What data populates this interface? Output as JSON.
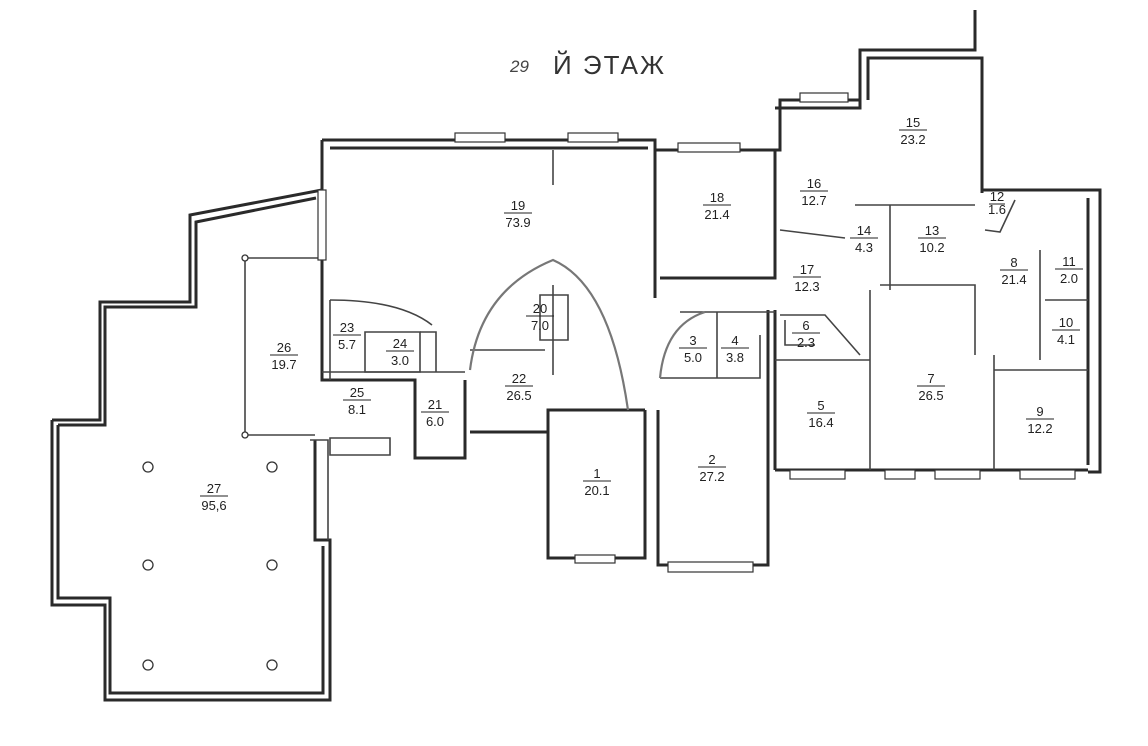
{
  "title": {
    "floor_number": "29",
    "text": "Й ЭТАЖ"
  },
  "rooms": [
    {
      "id": "1",
      "area": "20.1"
    },
    {
      "id": "2",
      "area": "27.2"
    },
    {
      "id": "3",
      "area": "5.0"
    },
    {
      "id": "4",
      "area": "3.8"
    },
    {
      "id": "5",
      "area": "16.4"
    },
    {
      "id": "6",
      "area": "2.3"
    },
    {
      "id": "7",
      "area": "26.5"
    },
    {
      "id": "8",
      "area": "21.4"
    },
    {
      "id": "9",
      "area": "12.2"
    },
    {
      "id": "10",
      "area": "4.1"
    },
    {
      "id": "11",
      "area": "2.0"
    },
    {
      "id": "12",
      "area": "1.6"
    },
    {
      "id": "13",
      "area": "10.2"
    },
    {
      "id": "14",
      "area": "4.3"
    },
    {
      "id": "15",
      "area": "23.2"
    },
    {
      "id": "16",
      "area": "12.7"
    },
    {
      "id": "17",
      "area": "12.3"
    },
    {
      "id": "18",
      "area": "21.4"
    },
    {
      "id": "19",
      "area": "73.9"
    },
    {
      "id": "20",
      "area": "7.0"
    },
    {
      "id": "21",
      "area": "6.0"
    },
    {
      "id": "22",
      "area": "26.5"
    },
    {
      "id": "23",
      "area": "5.7"
    },
    {
      "id": "24",
      "area": "3.0"
    },
    {
      "id": "25",
      "area": "8.1"
    },
    {
      "id": "26",
      "area": "19.7"
    },
    {
      "id": "27",
      "area": "95,6"
    }
  ]
}
